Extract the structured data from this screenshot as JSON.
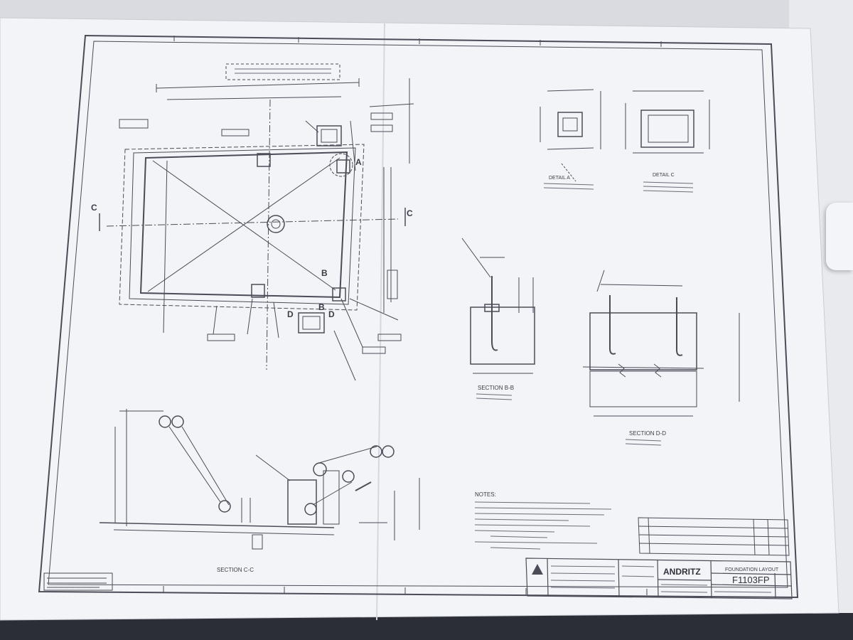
{
  "drawing": {
    "views": {
      "section_cc": "SECTION C-C",
      "section_bb": "SECTION B-B",
      "section_dd": "SECTION D-D",
      "detail_a": "DETAIL A",
      "detail_c": "DETAIL C"
    },
    "markers": {
      "a": "A",
      "b": "B",
      "c": "C",
      "d": "D"
    },
    "notes_heading": "NOTES:",
    "title_block": {
      "company": "ANDRITZ",
      "title": "FOUNDATION LAYOUT",
      "drawing_number": "F1103FP"
    }
  },
  "colors": {
    "paper": "#f3f4f7",
    "line": "#4a4d58",
    "shadow": "#2b2e36",
    "background": "#d9dbe0"
  }
}
